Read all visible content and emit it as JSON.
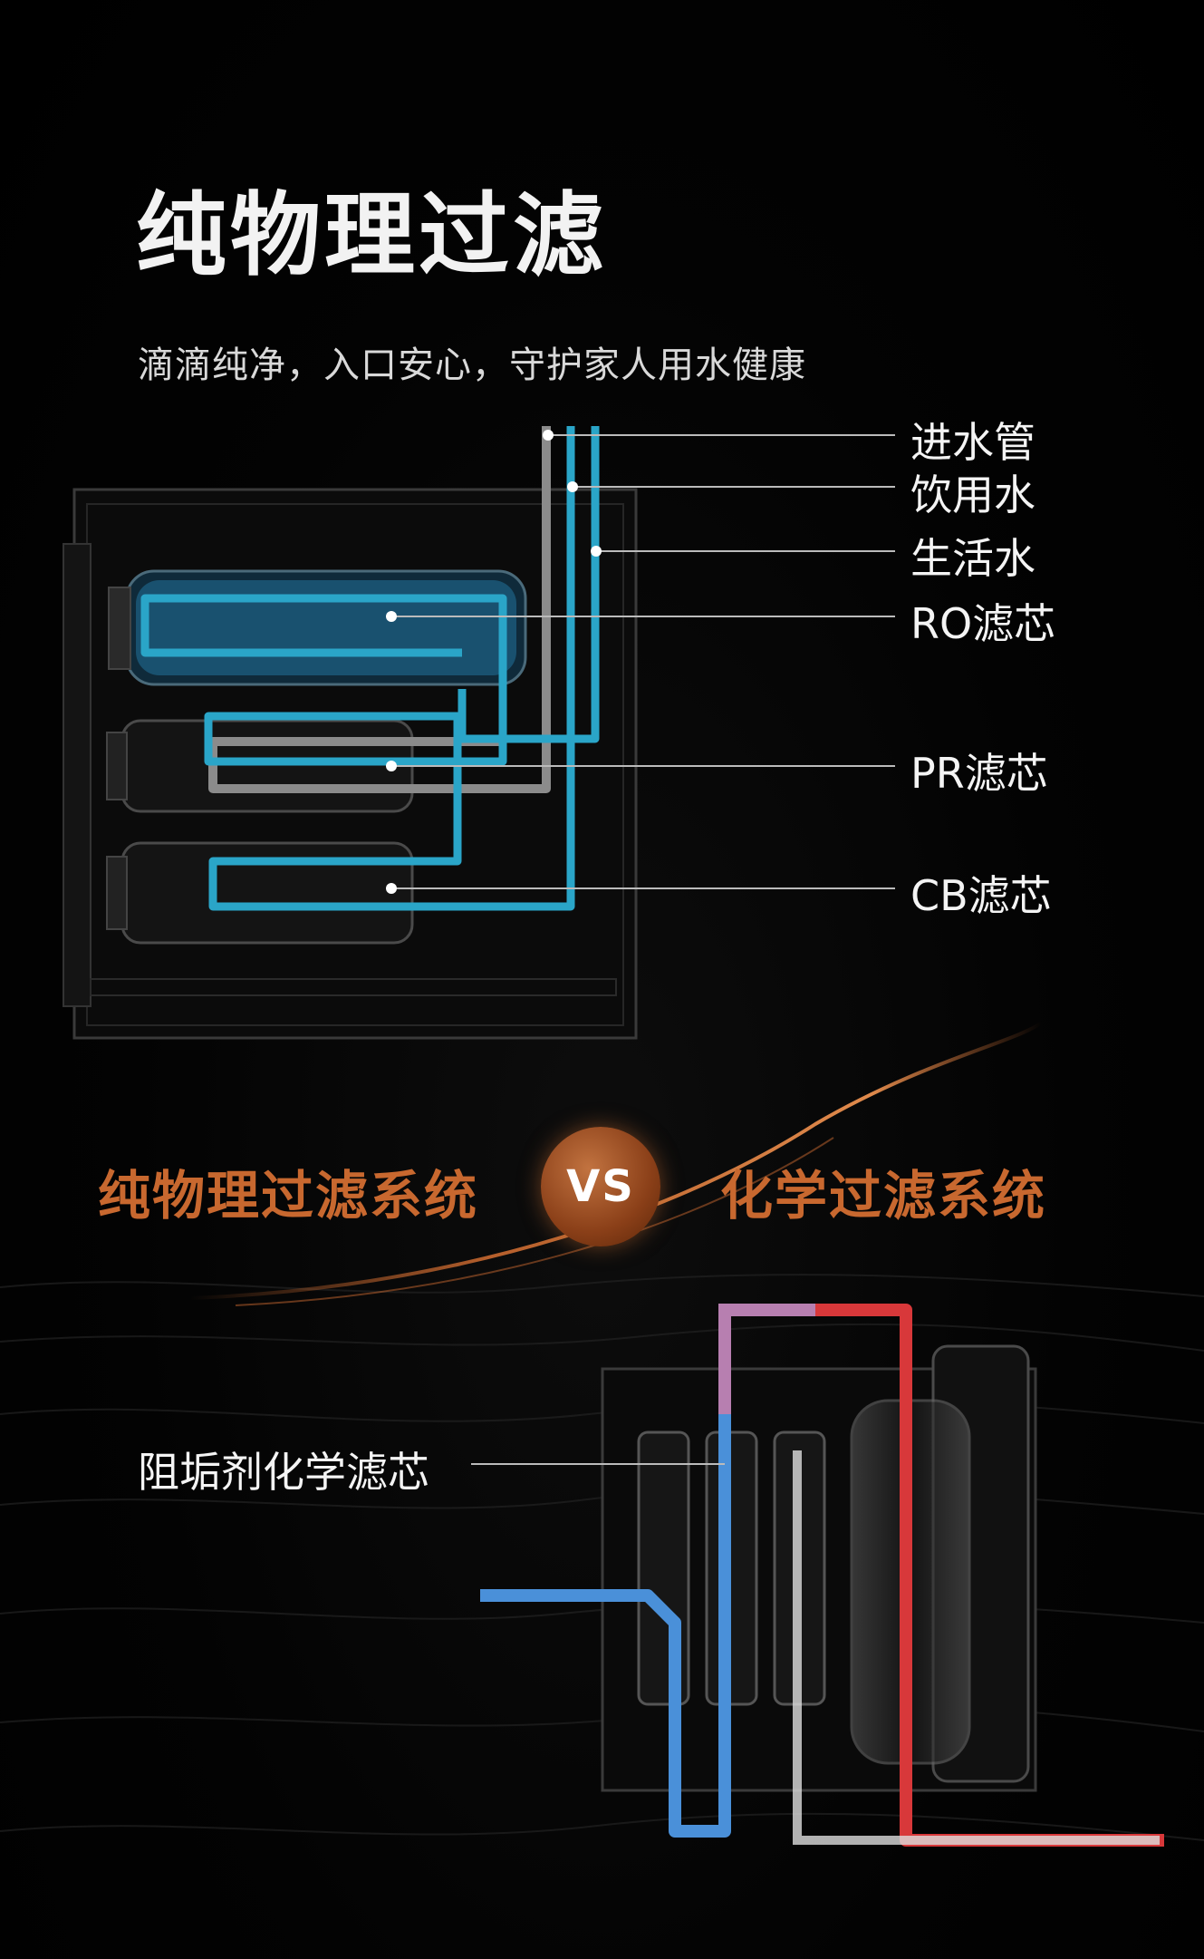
{
  "header": {
    "title": "纯物理过滤",
    "subtitle": "滴滴纯净，入口安心，守护家人用水健康"
  },
  "physical_diagram": {
    "labels": [
      "进水管",
      "饮用水",
      "生活水",
      "RO滤芯",
      "PR滤芯",
      "CB滤芯"
    ]
  },
  "comparison": {
    "left": "纯物理过滤系统",
    "vs": "VS",
    "right": "化学过滤系统"
  },
  "chemical_diagram": {
    "label": "阻垢剂化学滤芯"
  },
  "colors": {
    "accent_orange": "#c8682f",
    "pipe_blue": "#2aa5c8",
    "pipe_red": "#d8383a"
  }
}
